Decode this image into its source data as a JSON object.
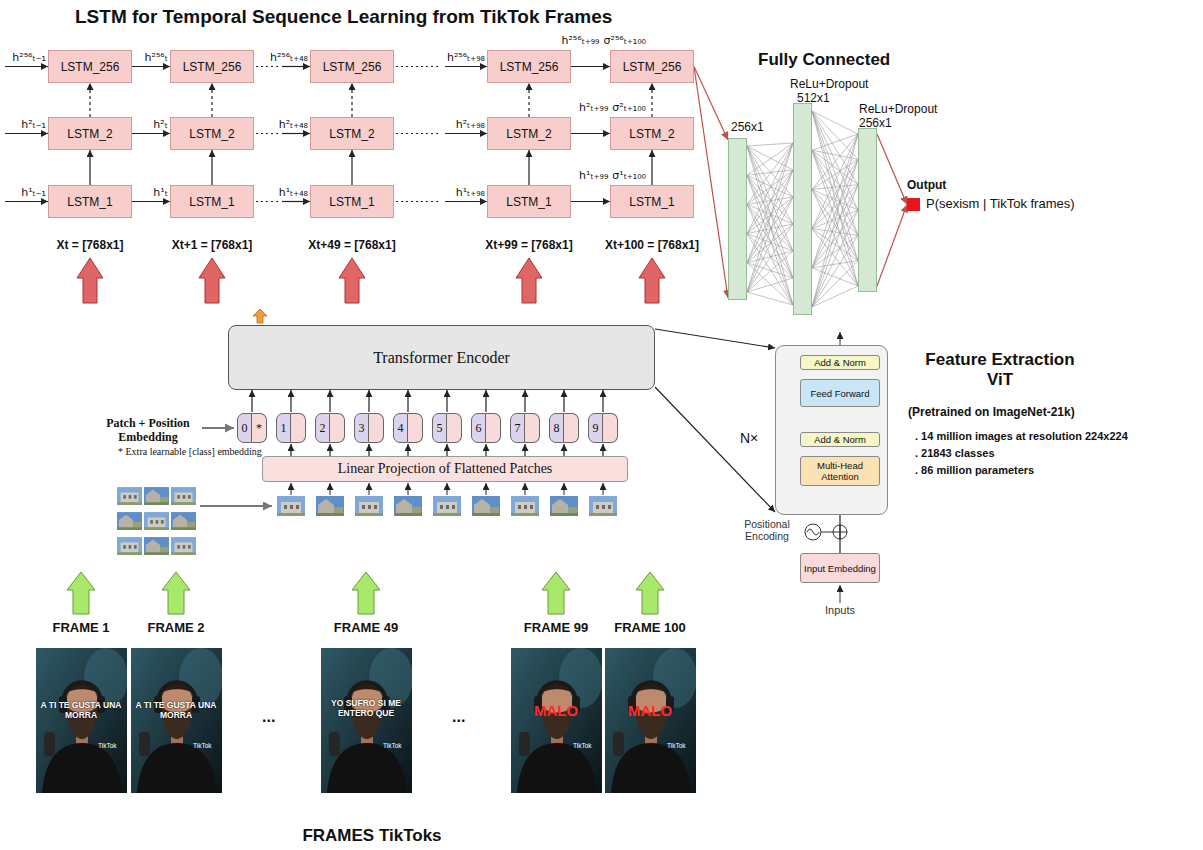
{
  "diagram": {
    "title": "LSTM for Temporal Sequence Learning from TikTok Frames",
    "nodes": [
      {
        "text": [
          "LSTM_256"
        ]
      },
      {
        "text": [
          "LSTM_256"
        ]
      },
      {
        "text": [
          "LSTM_256"
        ]
      },
      {
        "text": [
          "LSTM_256"
        ]
      },
      {
        "text": [
          "LSTM_256"
        ]
      },
      {
        "text": [
          "LSTM_2"
        ]
      },
      {
        "text": [
          "LSTM_2"
        ]
      },
      {
        "text": [
          "LSTM_2"
        ]
      },
      {
        "text": [
          "LSTM_2"
        ]
      },
      {
        "text": [
          "LSTM_2"
        ]
      },
      {
        "text": [
          "LSTM_1"
        ]
      },
      {
        "text": [
          "LSTM_1"
        ]
      },
      {
        "text": [
          "LSTM_1"
        ]
      },
      {
        "text": [
          "LSTM_1"
        ]
      },
      {
        "text": [
          "LSTM_1"
        ]
      },
      {
        "text": [
          "256x1"
        ]
      },
      {
        "text": [
          "ReLu+Dropout",
          "512x1"
        ]
      },
      {
        "text": [
          "ReLu+Dropout",
          "256x1"
        ]
      },
      {
        "text": [
          "Output",
          "P(sexism | TikTok frames)"
        ]
      },
      {
        "text": [
          "Transformer Encoder"
        ]
      },
      {
        "text": [
          "0",
          "*"
        ]
      },
      {
        "text": [
          "1"
        ]
      },
      {
        "text": [
          "2"
        ]
      },
      {
        "text": [
          "3"
        ]
      },
      {
        "text": [
          "4"
        ]
      },
      {
        "text": [
          "5"
        ]
      },
      {
        "text": [
          "6"
        ]
      },
      {
        "text": [
          "7"
        ]
      },
      {
        "text": [
          "8"
        ]
      },
      {
        "text": [
          "9"
        ]
      },
      {
        "text": [
          "Linear Projection of Flattened Patches"
        ]
      },
      {
        "text": [
          "N×"
        ]
      },
      {
        "text": [
          "Add & Norm"
        ],
        "in": 31
      },
      {
        "text": [
          "Feed Forward"
        ],
        "in": 31
      },
      {
        "text": [
          "Add & Norm"
        ],
        "in": 31
      },
      {
        "text": [
          "Multi-Head Attention"
        ],
        "in": 31
      },
      {
        "text": [
          "Input Embedding"
        ]
      }
    ],
    "edges": [
      {
        "from": 10,
        "to": 5,
        "arrow": "to"
      },
      {
        "from": 5,
        "to": 0,
        "arrow": "to"
      },
      {
        "from": 11,
        "to": 6,
        "arrow": "to"
      },
      {
        "from": 6,
        "to": 1,
        "arrow": "to"
      },
      {
        "from": 12,
        "to": 7,
        "arrow": "to"
      },
      {
        "from": 7,
        "to": 2,
        "arrow": "to"
      },
      {
        "from": 13,
        "to": 8,
        "arrow": "to"
      },
      {
        "from": 8,
        "to": 3,
        "arrow": "to"
      },
      {
        "from": 14,
        "to": 9,
        "arrow": "to"
      },
      {
        "from": 9,
        "to": 4,
        "arrow": "to"
      },
      {
        "from": 0,
        "to": 1,
        "arrow": "to"
      },
      {
        "from": 3,
        "to": 4,
        "arrow": "to"
      },
      {
        "from": 5,
        "to": 6,
        "arrow": "to"
      },
      {
        "from": 8,
        "to": 9,
        "arrow": "to"
      },
      {
        "from": 10,
        "to": 11,
        "arrow": "to"
      },
      {
        "from": 13,
        "to": 14,
        "arrow": "to"
      },
      {
        "from": 4,
        "to": 15,
        "arrow": "to"
      },
      {
        "from": 15,
        "to": 16,
        "arrow": "none"
      },
      {
        "from": 16,
        "to": 17,
        "arrow": "none"
      },
      {
        "from": 17,
        "to": 18,
        "arrow": "to"
      },
      {
        "from": 20,
        "to": 19,
        "arrow": "to"
      },
      {
        "from": 21,
        "to": 19,
        "arrow": "to"
      },
      {
        "from": 22,
        "to": 19,
        "arrow": "to"
      },
      {
        "from": 23,
        "to": 19,
        "arrow": "to"
      },
      {
        "from": 24,
        "to": 19,
        "arrow": "to"
      },
      {
        "from": 25,
        "to": 19,
        "arrow": "to"
      },
      {
        "from": 26,
        "to": 19,
        "arrow": "to"
      },
      {
        "from": 27,
        "to": 19,
        "arrow": "to"
      },
      {
        "from": 28,
        "to": 19,
        "arrow": "to"
      },
      {
        "from": 29,
        "to": 19,
        "arrow": "to"
      },
      {
        "from": 30,
        "to": 21,
        "arrow": "to"
      },
      {
        "from": 30,
        "to": 22,
        "arrow": "to"
      },
      {
        "from": 30,
        "to": 23,
        "arrow": "to"
      },
      {
        "from": 30,
        "to": 24,
        "arrow": "to"
      },
      {
        "from": 30,
        "to": 25,
        "arrow": "to"
      },
      {
        "from": 30,
        "to": 26,
        "arrow": "to"
      },
      {
        "from": 30,
        "to": 27,
        "arrow": "to"
      },
      {
        "from": 30,
        "to": 28,
        "arrow": "to"
      },
      {
        "from": 30,
        "to": 29,
        "arrow": "to"
      },
      {
        "from": 19,
        "to": 31,
        "arrow": "to"
      },
      {
        "from": 19,
        "to": 31,
        "arrow": "to"
      },
      {
        "from": 36,
        "to": 35,
        "arrow": "to"
      },
      {
        "from": 35,
        "to": 34,
        "arrow": "to"
      },
      {
        "from": 34,
        "to": 33,
        "arrow": "to"
      },
      {
        "from": 33,
        "to": 32,
        "arrow": "to"
      }
    ],
    "labels": [
      "Patch + Position Embedding",
      "* Extra learnable [class] embedding",
      "h²⁵⁶ₜ₋₁",
      "h²ₜ₋₁",
      "h¹ₜ₋₁",
      "h²⁵⁶ₜ",
      "h²ₜ",
      "h¹ₜ",
      "h²⁵⁶ₜ₊₄₈",
      "h²ₜ₊₄₈",
      "h¹ₜ₊₄₈",
      "h²⁵⁶ₜ₊₉₈",
      "h²ₜ₊₉₈",
      "h¹ₜ₊₉₈",
      "h²⁵⁶ₜ₊₉₉",
      "σ²⁵⁶ₜ₊₁₀₀",
      "h²ₜ₊₉₉",
      "σ²ₜ₊₁₀₀",
      "h¹ₜ₊₉₉",
      "σ¹ₜ₊₁₀₀",
      "Xt = [768x1]",
      "Xt+1 = [768x1]",
      "Xt+49 = [768x1]",
      "Xt+99 = [768x1]",
      "Xt+100 = [768x1]",
      "Fully Connected",
      "Feature Extraction ViT",
      "(Pretrained on ImageNet-21k)",
      ". 14 million images at resolution 224x224",
      ". 21843 classes",
      ". 86 million parameters",
      "Positional Encoding",
      "Inputs",
      "FRAME 1",
      "FRAME 2",
      "FRAME 49",
      "FRAME 99",
      "FRAME 100",
      "A TI TE GUSTA UNA MORRA",
      "A TI TE GUSTA UNA MORRA",
      "YO SUFRO SI ME ENTERO QUE",
      "MALO",
      "MALO",
      "TikTok",
      "TikTok",
      "TikTok",
      "TikTok",
      "TikTok",
      "...",
      "...",
      "FRAMES TikToks"
    ]
  }
}
